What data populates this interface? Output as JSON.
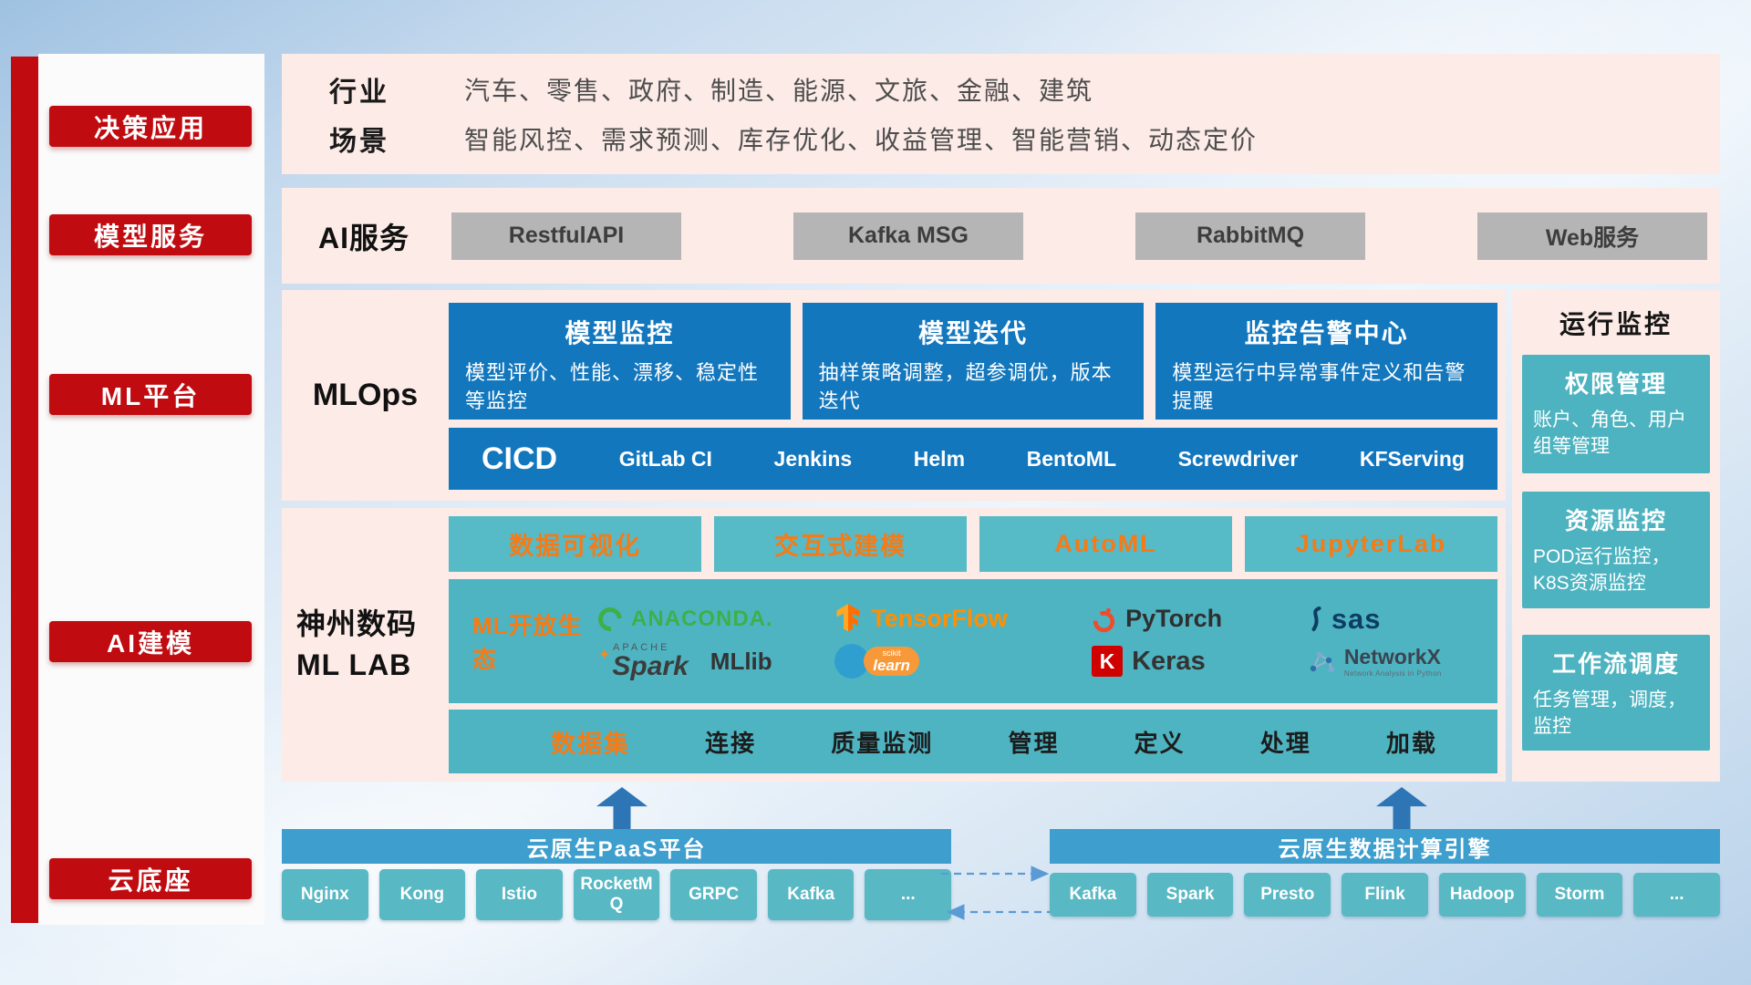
{
  "sidebar": {
    "items": [
      "决策应用",
      "模型服务",
      "ML平台",
      "AI建模",
      "云底座"
    ]
  },
  "apps": {
    "industry_label": "行业",
    "industry_text": "汽车、零售、政府、制造、能源、文旅、金融、建筑",
    "scene_label": "场景",
    "scene_text": "智能风控、需求预测、库存优化、收益管理、智能营销、动态定价"
  },
  "service": {
    "label": "AI服务",
    "buttons": [
      "RestfulAPI",
      "Kafka MSG",
      "RabbitMQ",
      "Web服务"
    ]
  },
  "mlops": {
    "label": "MLOps",
    "cards": [
      {
        "title": "模型监控",
        "desc": "模型评价、性能、漂移、稳定性等监控"
      },
      {
        "title": "模型迭代",
        "desc": "抽样策略调整，超参调优，版本迭代"
      },
      {
        "title": "监控告警中心",
        "desc": "模型运行中异常事件定义和告警提醒"
      }
    ],
    "cicd_label": "CICD",
    "cicd_tools": [
      "GitLab CI",
      "Jenkins",
      "Helm",
      "BentoML",
      "Screwdriver",
      "KFServing"
    ]
  },
  "monitor": {
    "title": "运行监控",
    "cards": [
      {
        "title": "权限管理",
        "desc": "账户、角色、用户组等管理"
      },
      {
        "title": "资源监控",
        "desc": "POD运行监控，K8S资源监控"
      },
      {
        "title": "工作流调度",
        "desc": "任务管理，调度，监控"
      }
    ]
  },
  "mllab": {
    "label_line1": "神州数码",
    "label_line2": "ML LAB",
    "tools": [
      "数据可视化",
      "交互式建模",
      "AutoML",
      "JupyterLab"
    ],
    "ecosystem_label": "ML开放生态",
    "logos": {
      "anaconda": "ANACONDA.",
      "tensorflow": "TensorFlow",
      "pytorch": "PyTorch",
      "sas": "sas",
      "spark_super": "APACHE",
      "spark": "Spark",
      "mllib": "MLlib",
      "sklearn_super": "scikit",
      "sklearn": "learn",
      "keras_letter": "K",
      "keras": "Keras",
      "networkx": "NetworkX",
      "networkx_sub": "Network Analysis in Python"
    },
    "dataset_label": "数据集",
    "dataset_items": [
      "连接",
      "质量监测",
      "管理",
      "定义",
      "处理",
      "加载"
    ]
  },
  "foundation": {
    "paas_title": "云原生PaaS平台",
    "paas_items": [
      "Nginx",
      "Kong",
      "Istio",
      "RocketMQ",
      "GRPC",
      "Kafka",
      "..."
    ],
    "engine_title": "云原生数据计算引擎",
    "engine_items": [
      "Kafka",
      "Spark",
      "Presto",
      "Flink",
      "Hadoop",
      "Storm",
      "..."
    ]
  },
  "colors": {
    "accent_red": "#c00b10",
    "card_blue": "#1377be",
    "teal": "#4fb4c2",
    "panel_pink": "#fcebe6",
    "banner_blue": "#3e9ecd",
    "highlight_orange": "#f57b17",
    "arrow_blue": "#2e75b6"
  }
}
